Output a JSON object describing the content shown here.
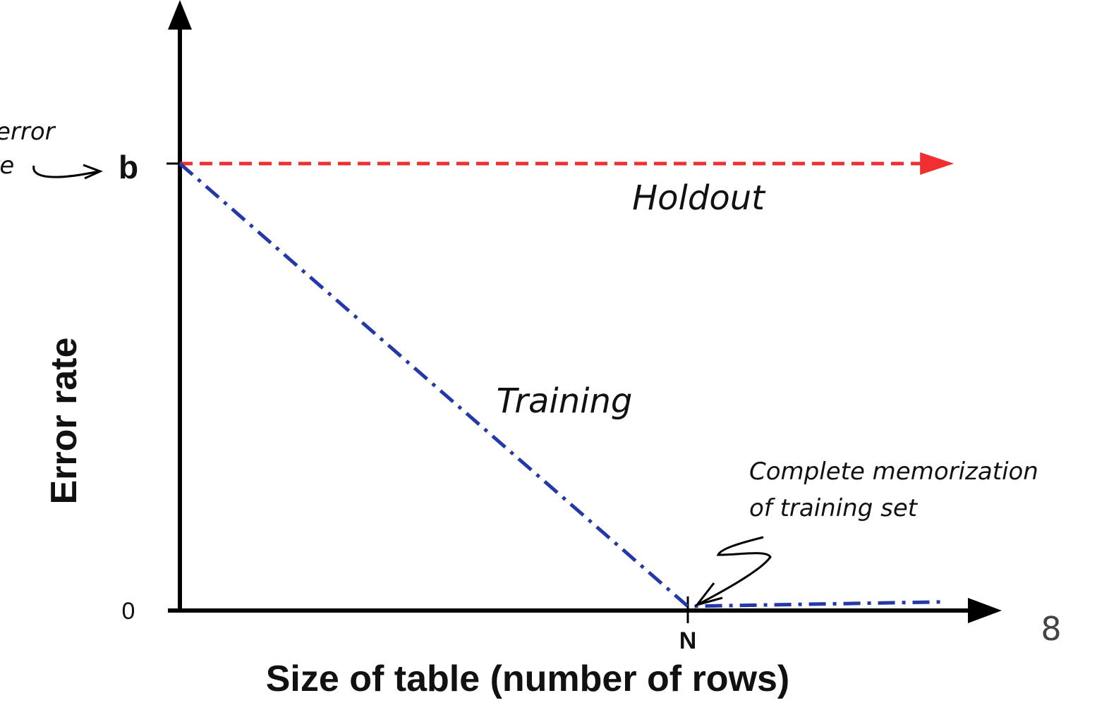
{
  "chart_data": {
    "type": "line",
    "xlabel": "Size of table (number of rows)",
    "ylabel": "Error rate",
    "x_ticks": [
      {
        "value": 1,
        "label": "N"
      }
    ],
    "y_ticks": [
      {
        "value": 0,
        "label": "0"
      },
      {
        "value": 1,
        "label": "b"
      }
    ],
    "xlim": [
      0,
      1.61
    ],
    "ylim": [
      0,
      1.37
    ],
    "grid": false,
    "series": [
      {
        "name": "Holdout",
        "color": "#f03030",
        "style": "dashed",
        "x": [
          0,
          1.51
        ],
        "y": [
          1,
          1
        ]
      },
      {
        "name": "Training",
        "color": "#2438a8",
        "style": "dashdot",
        "x": [
          0,
          1,
          1.51
        ],
        "y": [
          1,
          0,
          0.01
        ]
      }
    ],
    "annotations": [
      {
        "lines": [
          "Complete memorization",
          "of training set"
        ],
        "points_to": {
          "x": 1,
          "y": 0
        }
      },
      {
        "lines": [
          "error",
          "te"
        ],
        "points_to": {
          "x": 0,
          "y": 1
        }
      }
    ]
  },
  "page_number": "8"
}
